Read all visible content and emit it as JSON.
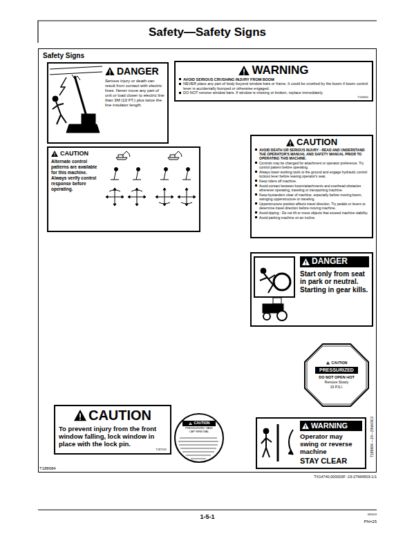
{
  "diagram": {
    "title": "Safety—Safety Signs",
    "nodes": [
      {
        "text": [
          "Safety Signs"
        ]
      },
      {
        "text": [
          "DANGER",
          "Serious injury or death can result from contact with electric lines. Never move any part of unit or load closer to electric line than 3M (10 FT.) plus twice the line insulator length."
        ],
        "in": 0
      },
      {
        "text": [
          "WARNING",
          "AVOID SERIOUS CRUSHING INJURY FROM BOOM",
          "NEVER place any part of body beyond window bars or frame. It could be crushed by the boom if boom control lever is accidentally bumped or otherwise engaged.",
          "DO NOT remove window bars. If window is missing or broken, replace immediately.",
          "T143665"
        ],
        "in": 0
      },
      {
        "text": [
          "CAUTION",
          "Alternate control patterns are available for this machine. Always verify control response before operating."
        ],
        "in": 0
      },
      {
        "text": [
          "CAUTION",
          "AVOID DEATH OR SERIOUS INJURY - READ AND UNDERSTAND THE OPERATOR'S MANUAL AND SAFETY MANUAL PRIOR TO OPERATING THIS MACHINE.",
          "Controls may be changed for attachment or operator preference. Try control pattern before operating.",
          "Always lower working tools to the ground and engage hydraulic control lockout lever before leaving operator's seat.",
          "Keep riders off machine.",
          "Avoid contact between boom/attachments and overhead obstacles whenever operating, traveling or transporting machine.",
          "Keep bystanders clear of machine, especially before moving boom, swinging upperstructure or traveling.",
          "Upperstructure position affects travel direction. Try pedals or levers to determine travel direction before moving machine.",
          "Avoid tipping - Do not lift or move objects that exceed machine stability.",
          "Avoid parking machine on an incline."
        ],
        "in": 0
      },
      {
        "text": [
          "DANGER",
          "Start only from seat in park or neutral. Starting in gear kills."
        ],
        "in": 0
      },
      {
        "text": [
          "CAUTION",
          "PRESSURIZED",
          "DO NOT OPEN HOT",
          "Remove Slowly",
          "15 P.S.I."
        ],
        "in": 0
      },
      {
        "text": [
          "CAUTION",
          "To prevent injury from the front window falling, lock window in place with the lock pin.",
          "T187535"
        ],
        "in": 0
      },
      {
        "text": [
          "CAUTION",
          "PRESSURIZED TANK CAP REMOVAL"
        ],
        "in": 0
      },
      {
        "text": [
          "WARNING",
          "Operator may swing or reverse machine",
          "STAY CLEAR"
        ],
        "in": 0
      }
    ],
    "labels": [
      "T188684",
      "TX14740,000003F -19-27MAR03-1/1",
      "T188684 —19—29MAR03",
      "1-5-1",
      "PN=25",
      "081603"
    ]
  }
}
